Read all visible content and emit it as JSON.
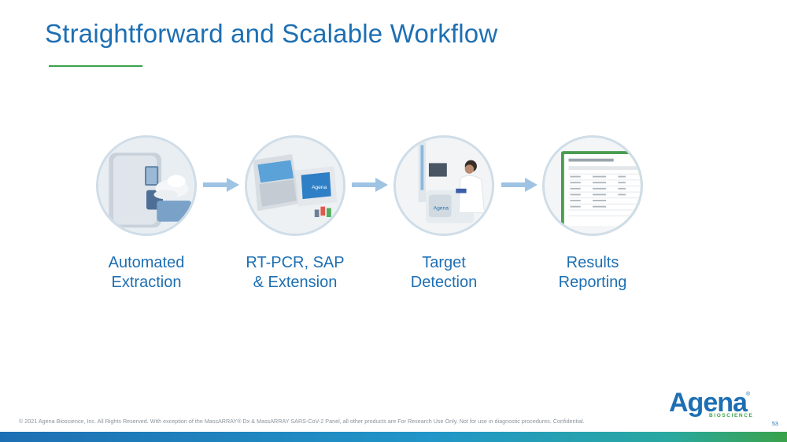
{
  "title": "Straightforward and Scalable Workflow",
  "steps": [
    {
      "line1": "Automated",
      "line2": "Extraction",
      "icon": "extraction-instrument-icon"
    },
    {
      "line1": "RT-PCR, SAP",
      "line2": "& Extension",
      "icon": "thermal-cycler-icon"
    },
    {
      "line1": "Target",
      "line2": "Detection",
      "icon": "lab-technician-icon"
    },
    {
      "line1": "Results",
      "line2": "Reporting",
      "icon": "report-screen-icon"
    }
  ],
  "footer": {
    "copyright": "© 2021 Agena Bioscience, Inc. All Rights Reserved. With exception of the MassARRAY® Dx & MassARRAY SARS-CoV-2 Panel, all other products are For Research Use Only. Not for use in diagnostic procedures. Confidential.",
    "page_number": "53"
  },
  "logo": {
    "name": "Agena",
    "registered": "®",
    "subtitle": "BIOSCIENCE"
  },
  "colors": {
    "title_blue": "#1d6fb3",
    "accent_green": "#3aa24a",
    "arrow_blue": "#9fc3e3",
    "circle_border": "#cfdde8"
  }
}
